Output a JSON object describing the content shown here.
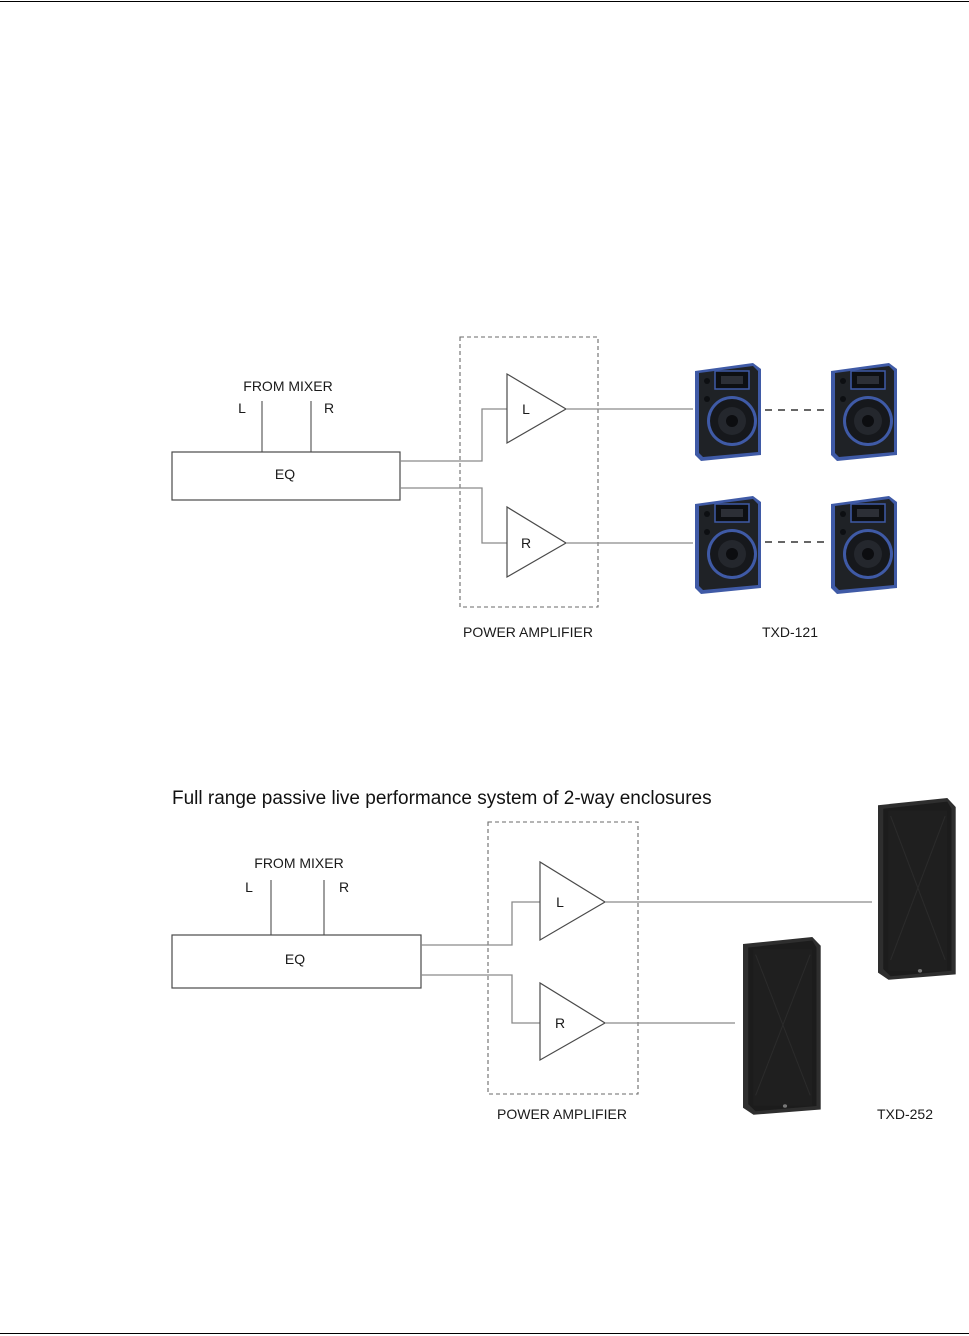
{
  "diagram1": {
    "mixer_label": "FROM MIXER",
    "left_label": "L",
    "right_label": "R",
    "eq_label": "EQ",
    "amp_left_label": "L",
    "amp_right_label": "R",
    "amplifier_caption": "POWER AMPLIFIER",
    "speaker_caption": "TXD-121"
  },
  "diagram2": {
    "title": "Full range passive live performance system of 2-way enclosures",
    "mixer_label": "FROM MIXER",
    "left_label": "L",
    "right_label": "R",
    "eq_label": "EQ",
    "amp_left_label": "L",
    "amp_right_label": "R",
    "amplifier_caption": "POWER AMPLIFIER",
    "speaker_caption": "TXD-252"
  },
  "colors": {
    "line": "#8a8a8a",
    "box_stroke": "#4a4a4a",
    "speaker_body": "#1f2226",
    "speaker_trim": "#3f5aa6",
    "tall_speaker_body": "#232323"
  }
}
